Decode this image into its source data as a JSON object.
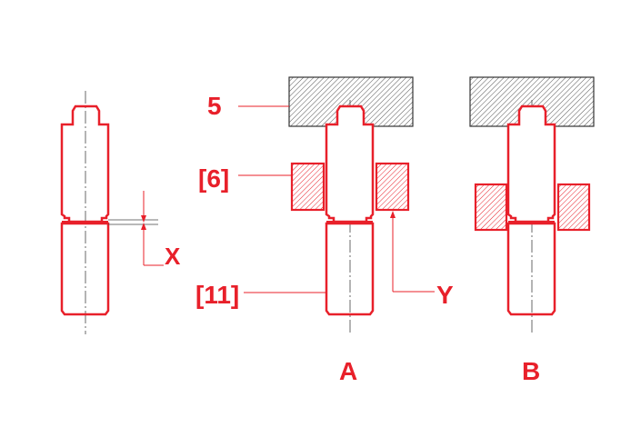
{
  "colors": {
    "part": "#e8202a",
    "centerline": "#444444",
    "tool_hatch": "#555555",
    "leader": "#e8202a"
  },
  "labels": {
    "tool": "5",
    "die": "[6]",
    "pin": "[11]",
    "dimension": "X",
    "die_gap": "Y",
    "variant_a": "A",
    "variant_b": "B"
  }
}
